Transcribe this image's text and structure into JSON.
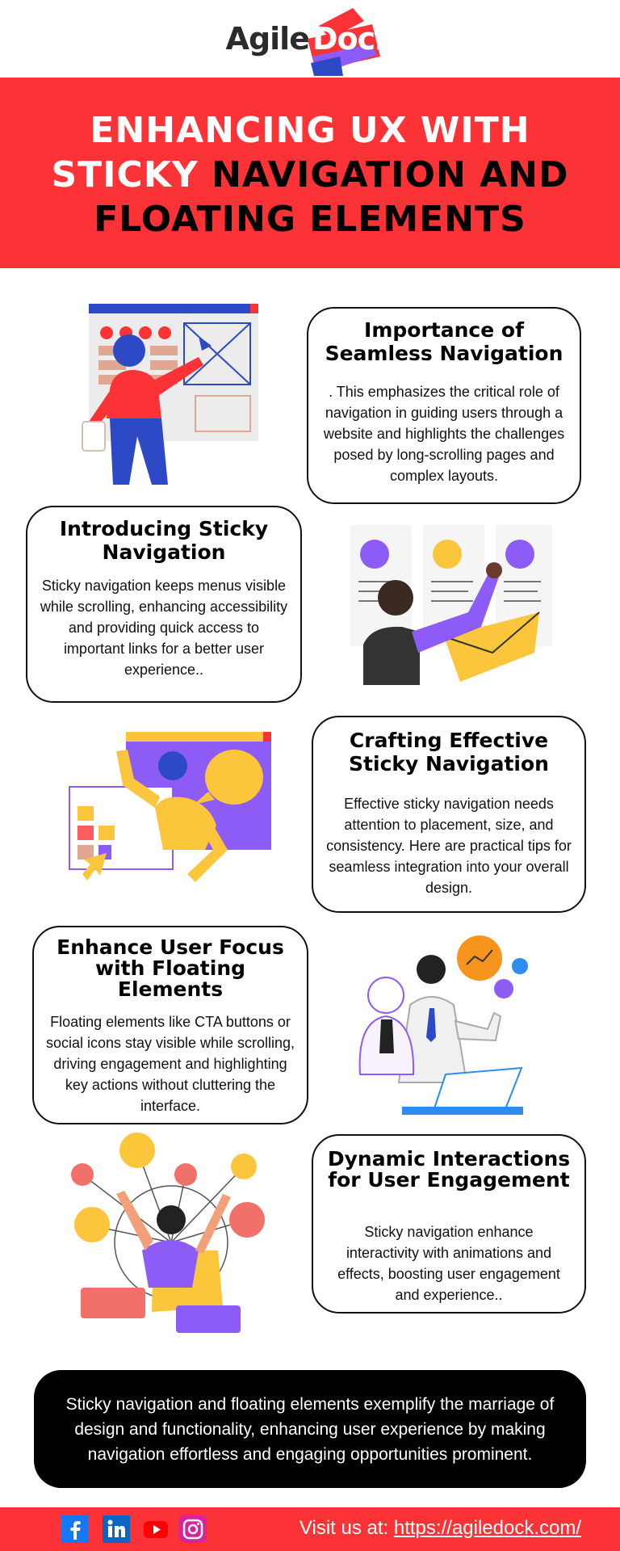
{
  "logo": {
    "part1": "Agile",
    "part2": "Dock"
  },
  "banner": {
    "line1": "ENHANCING UX WITH",
    "line2_white": "STICKY ",
    "line2_black": "NAVIGATION AND",
    "line3": "FLOATING ELEMENTS"
  },
  "sections": [
    {
      "title": "Importance of Seamless Navigation",
      "body": ". This emphasizes the critical role of navigation in guiding users through a website and highlights the challenges posed by long-scrolling pages and complex layouts."
    },
    {
      "title": "Introducing Sticky Navigation",
      "body": "Sticky navigation keeps menus visible while scrolling, enhancing accessibility and providing quick access to important links for a better user experience.."
    },
    {
      "title": "Crafting Effective Sticky Navigation",
      "body": "Effective sticky navigation needs attention to placement, size, and consistency. Here are practical tips for seamless integration into your overall design."
    },
    {
      "title": "Enhance User Focus with Floating Elements",
      "body": "Floating elements like CTA buttons or social icons stay visible while scrolling, driving engagement and highlighting key actions without cluttering the interface."
    },
    {
      "title": "Dynamic Interactions for User Engagement",
      "body": "Sticky navigation enhance interactivity with animations and effects, boosting user engagement and experience.."
    }
  ],
  "summary": "Sticky navigation and floating elements exemplify the marriage of design and functionality, enhancing user experience by making navigation effortless and engaging opportunities prominent.",
  "footer": {
    "visit_label": "Visit us at: ",
    "url": "https://agiledock.com/",
    "social": [
      "facebook-icon",
      "linkedin-icon",
      "youtube-icon",
      "instagram-icon"
    ]
  },
  "colors": {
    "brand_red": "#fb3337",
    "purple": "#8d5cf6",
    "yellow": "#fbc63c",
    "salmon": "#f2706a",
    "blue": "#2e49c5"
  }
}
